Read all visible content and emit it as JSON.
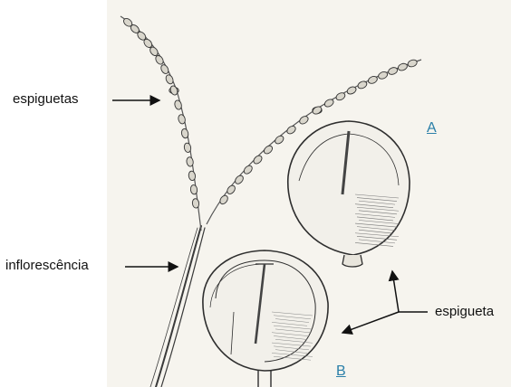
{
  "labels": {
    "spikelets": "espiguetas",
    "inflorescence": "inflorescência",
    "spikelet": "espigueta"
  },
  "panels": {
    "a": "A",
    "b": "B"
  },
  "colors": {
    "paper": "#f6f4ee",
    "ink": "#2b2b2b",
    "panel_label": "#2a7fa8"
  }
}
